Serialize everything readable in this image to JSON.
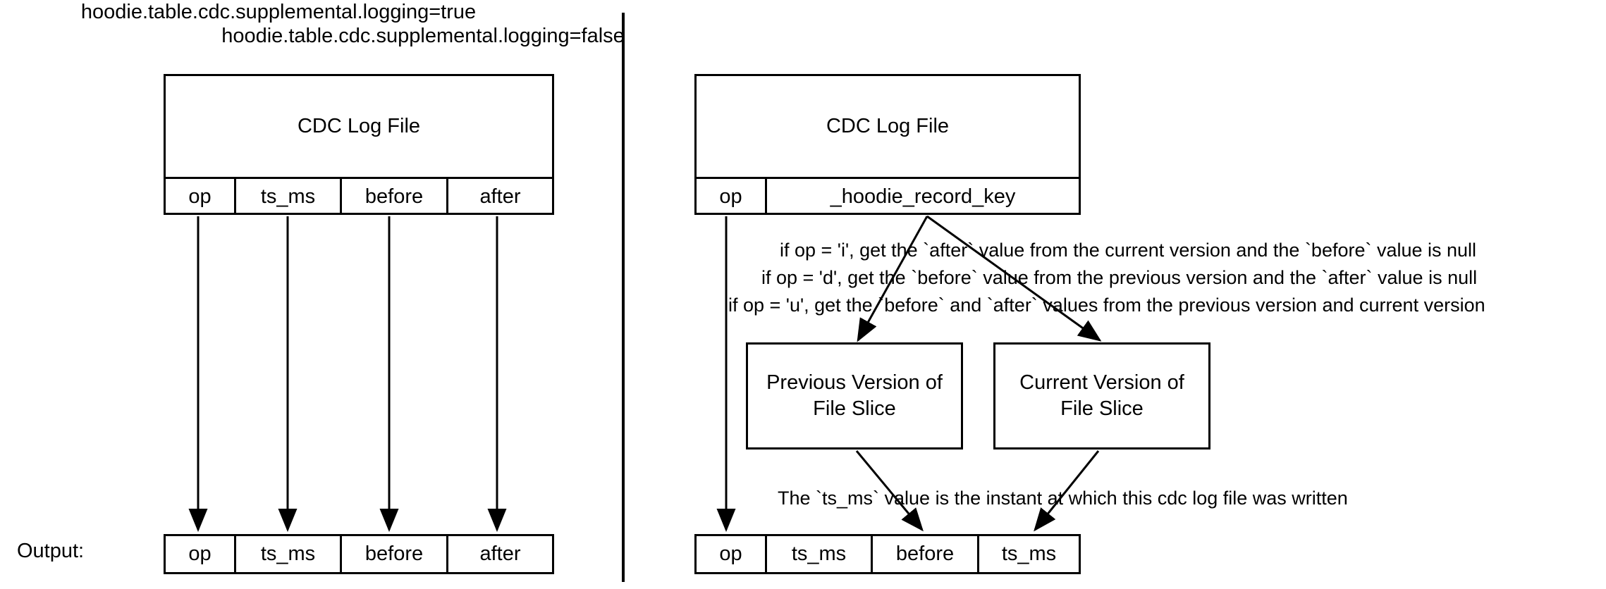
{
  "diagram": {
    "title_left": "hoodie.table.cdc.supplemental.logging=true",
    "title_right": "hoodie.table.cdc.supplemental.logging=false",
    "output_label": "Output:"
  },
  "left_panel": {
    "log_file": {
      "header": "CDC Log File",
      "columns": [
        "op",
        "ts_ms",
        "before",
        "after"
      ]
    },
    "output_row": {
      "columns": [
        "op",
        "ts_ms",
        "before",
        "after"
      ]
    }
  },
  "right_panel": {
    "log_file": {
      "header": "CDC Log File",
      "columns": [
        "op",
        "_hoodie_record_key"
      ]
    },
    "rules": [
      "if op = 'i', get the `after` value from the current version and the `before` value is null",
      "if op = 'd', get the `before` value from the previous version  and the `after` value is null",
      "if op = 'u', get the `before` and `after` values from the previous version and current version"
    ],
    "previous_version_box": "Previous Version of\nFile Slice",
    "previous_version_line1": "Previous Version of",
    "previous_version_line2": "File Slice",
    "current_version_line1": "Current Version of",
    "current_version_line2": "File Slice",
    "ts_ms_note": "The `ts_ms` value is the instant at which this cdc log file was written",
    "output_row": {
      "columns": [
        "op",
        "ts_ms",
        "before",
        "ts_ms"
      ]
    }
  },
  "style": {
    "stroke": "#000000",
    "background": "#ffffff"
  }
}
